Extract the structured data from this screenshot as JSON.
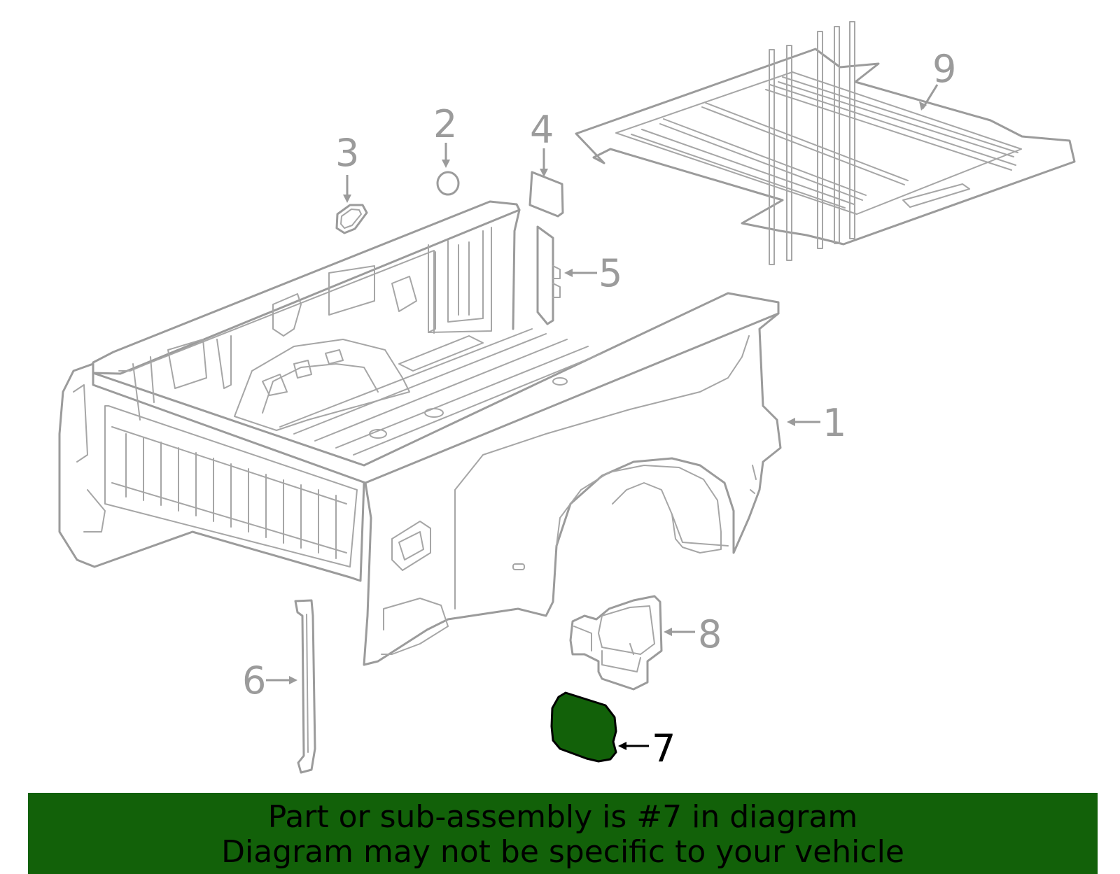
{
  "diagram": {
    "callouts": [
      {
        "id": "1",
        "label": "1"
      },
      {
        "id": "2",
        "label": "2"
      },
      {
        "id": "3",
        "label": "3"
      },
      {
        "id": "4",
        "label": "4"
      },
      {
        "id": "5",
        "label": "5"
      },
      {
        "id": "6",
        "label": "6"
      },
      {
        "id": "7",
        "label": "7"
      },
      {
        "id": "8",
        "label": "8"
      },
      {
        "id": "9",
        "label": "9"
      }
    ],
    "highlighted_part": "7",
    "colors": {
      "line_art": "#9b9b9b",
      "highlight_fill": "#126109",
      "highlight_callout": "#000000",
      "banner_bg": "#126109"
    }
  },
  "banner": {
    "line1": "Part or sub-assembly is #7 in diagram",
    "line2": "Diagram may not be specific to your vehicle"
  }
}
